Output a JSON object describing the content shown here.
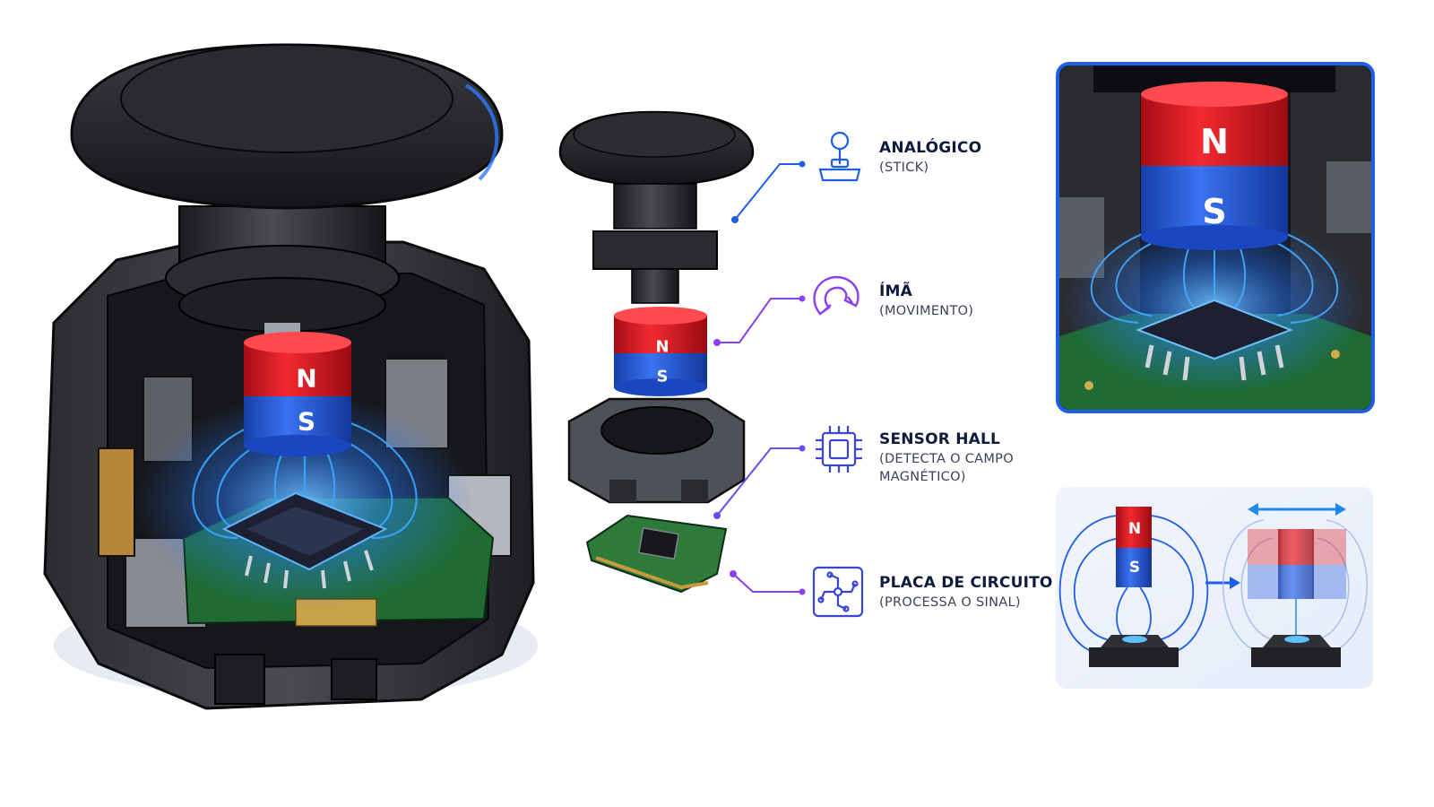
{
  "colors": {
    "accent_blue": "#1f5ee8",
    "accent_purple": "#8a3ff0",
    "magnet_north": "#e0161f",
    "magnet_south": "#1f56e0",
    "pcb_green": "#1f6b33",
    "plastic_dark": "#232427",
    "glow": "#3aa0ff"
  },
  "magnet": {
    "north": "N",
    "south": "S"
  },
  "labels": [
    {
      "title": "ANALÓGICO",
      "subtitle": "(STICK)",
      "icon": "joystick-icon"
    },
    {
      "title": "ÍMÃ",
      "subtitle": "(MOVIMENTO)",
      "icon": "magnet-icon"
    },
    {
      "title": "SENSOR HALL",
      "subtitle": "(DETECTA O CAMPO",
      "subtitle2": "MAGNÉTICO)",
      "icon": "chip-icon"
    },
    {
      "title": "PLACA DE CIRCUITO",
      "subtitle": "(PROCESSA O SINAL)",
      "icon": "circuit-board-icon"
    }
  ]
}
